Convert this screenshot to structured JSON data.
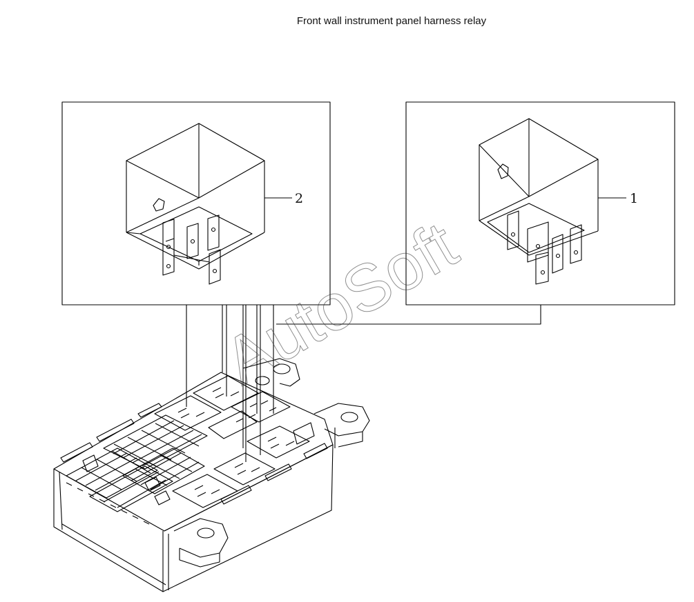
{
  "title": "Front wall instrument panel harness relay",
  "callouts": {
    "left_relay": "2",
    "right_relay": "1"
  },
  "watermark": "AutoSoft",
  "colors": {
    "line": "#000000",
    "background": "#ffffff"
  }
}
